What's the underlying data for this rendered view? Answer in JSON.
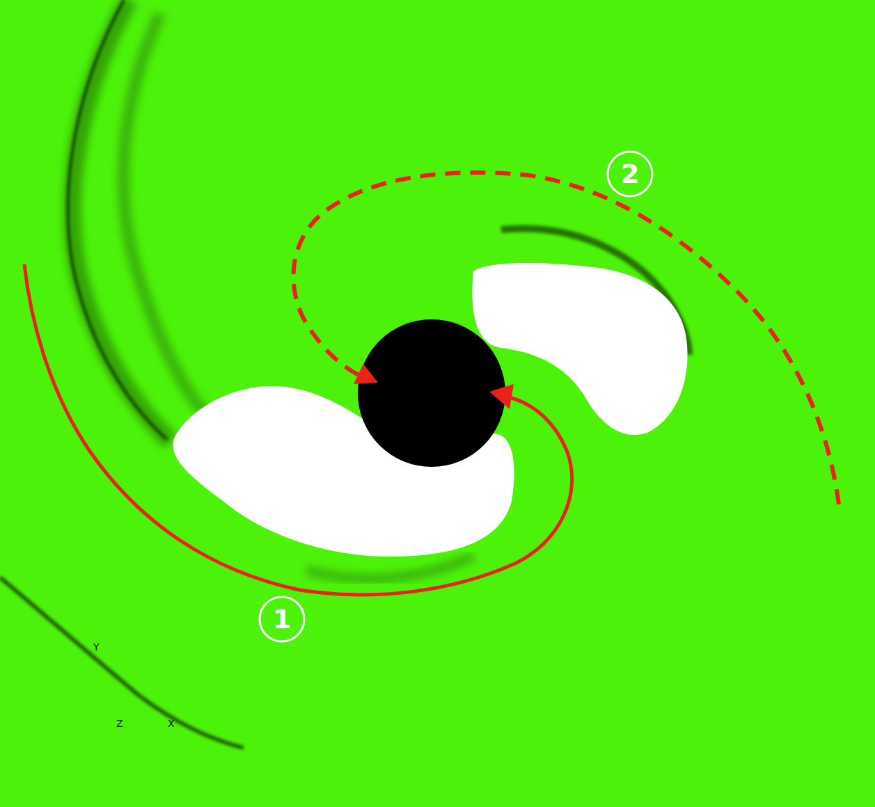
{
  "diagram": {
    "labels": [
      "2",
      "1",
      "Y",
      "Z",
      "X"
    ]
  }
}
